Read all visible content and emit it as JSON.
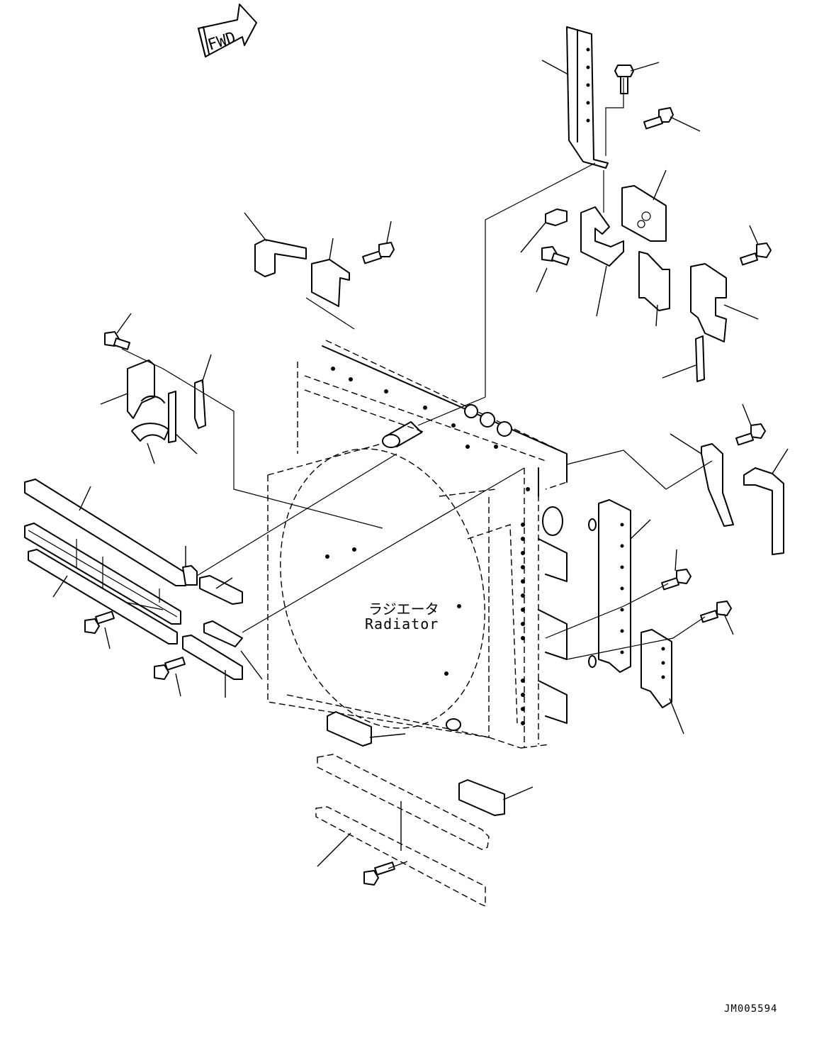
{
  "diagram": {
    "fwd_label": "FWD",
    "radiator_label_jp": "ラジエータ",
    "radiator_label_en": "Radiator",
    "drawing_number": "JM005594"
  }
}
